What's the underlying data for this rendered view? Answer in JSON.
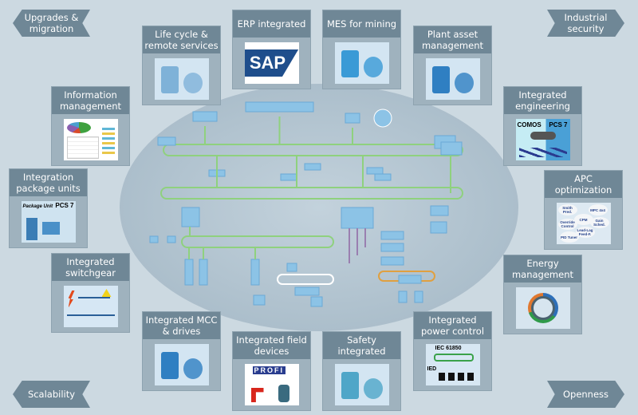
{
  "corners": [
    {
      "id": "upgrades",
      "label": "Upgrades & migration",
      "dir": "l"
    },
    {
      "id": "security",
      "label": "Industrial security",
      "dir": "r"
    },
    {
      "id": "scalability",
      "label": "Scalability",
      "dir": "l"
    },
    {
      "id": "openness",
      "label": "Openness",
      "dir": "r"
    }
  ],
  "modules": [
    {
      "id": "lifecycle",
      "label": "Life cycle & remote services",
      "icon": "remote-service-icon"
    },
    {
      "id": "erp",
      "label": "ERP integrated",
      "icon": "sap-logo",
      "logo_text": "SAP"
    },
    {
      "id": "mes",
      "label": "MES for mining",
      "icon": "control-room-icon"
    },
    {
      "id": "asset",
      "label": "Plant asset management",
      "icon": "valve-pump-icon"
    },
    {
      "id": "info",
      "label": "Information management",
      "icon": "report-charts-icon"
    },
    {
      "id": "engineering",
      "label": "Integrated engineering",
      "icon": "comos-pcs7-icon",
      "img_texts": [
        "COMOS",
        "PCS 7"
      ]
    },
    {
      "id": "package",
      "label": "Integration package units",
      "icon": "package-unit-icon",
      "img_texts": [
        "Package Unit",
        "PCS 7"
      ]
    },
    {
      "id": "apc",
      "label": "APC optimization",
      "icon": "apc-bubbles-icon",
      "img_texts": [
        "Smith Pred.",
        "MPC 4x4",
        "CPM",
        "Override Control",
        "Gain Sched.",
        "Lead-Lag Feed-F.",
        "PID Tuner"
      ]
    },
    {
      "id": "switchgear",
      "label": "Integrated switchgear",
      "icon": "switchgear-icon"
    },
    {
      "id": "energy",
      "label": "Energy management",
      "icon": "energy-cycle-icon"
    },
    {
      "id": "mcc",
      "label": "Integrated MCC & drives",
      "icon": "motor-drive-icon"
    },
    {
      "id": "field",
      "label": "Integrated field devices",
      "icon": "profibus-fieldbus-icon",
      "img_texts": [
        "PROFI"
      ]
    },
    {
      "id": "safety",
      "label": "Safety integrated",
      "icon": "safety-controller-icon"
    },
    {
      "id": "power",
      "label": "Integrated power control",
      "icon": "iec61850-icon",
      "img_texts": [
        "IEC 61850",
        "IED"
      ]
    }
  ],
  "colors": {
    "header": "#6f8796",
    "network_line": "#8fd17e",
    "device": "#8cc3e6"
  }
}
